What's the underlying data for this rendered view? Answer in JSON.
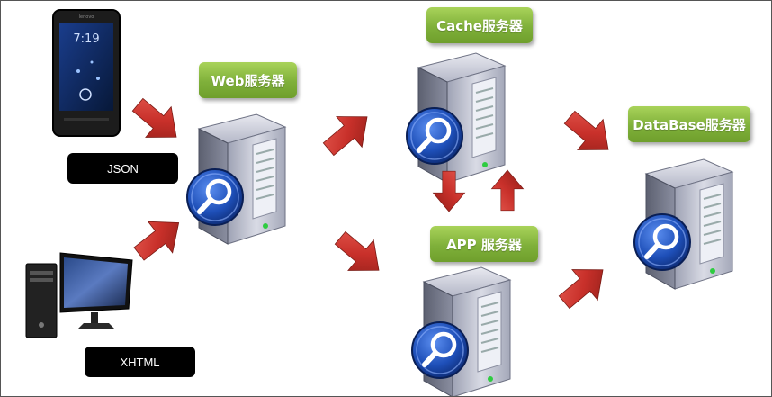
{
  "nodes": {
    "web_server": "Web服务器",
    "cache_server": "Cache服务器",
    "app_server": "APP 服务器",
    "database_server": "DataBase服务器"
  },
  "clients": {
    "mobile_format": "JSON",
    "desktop_format": "XHTML"
  },
  "colors": {
    "label_green": "#7fb03a",
    "arrow_red": "#c8302a",
    "server_body": "#b9bcc8",
    "magnifier_blue": "#1e4fb8"
  },
  "icons": [
    "smartphone-icon",
    "desktop-computer-icon",
    "server-icon",
    "arrow-icon"
  ]
}
